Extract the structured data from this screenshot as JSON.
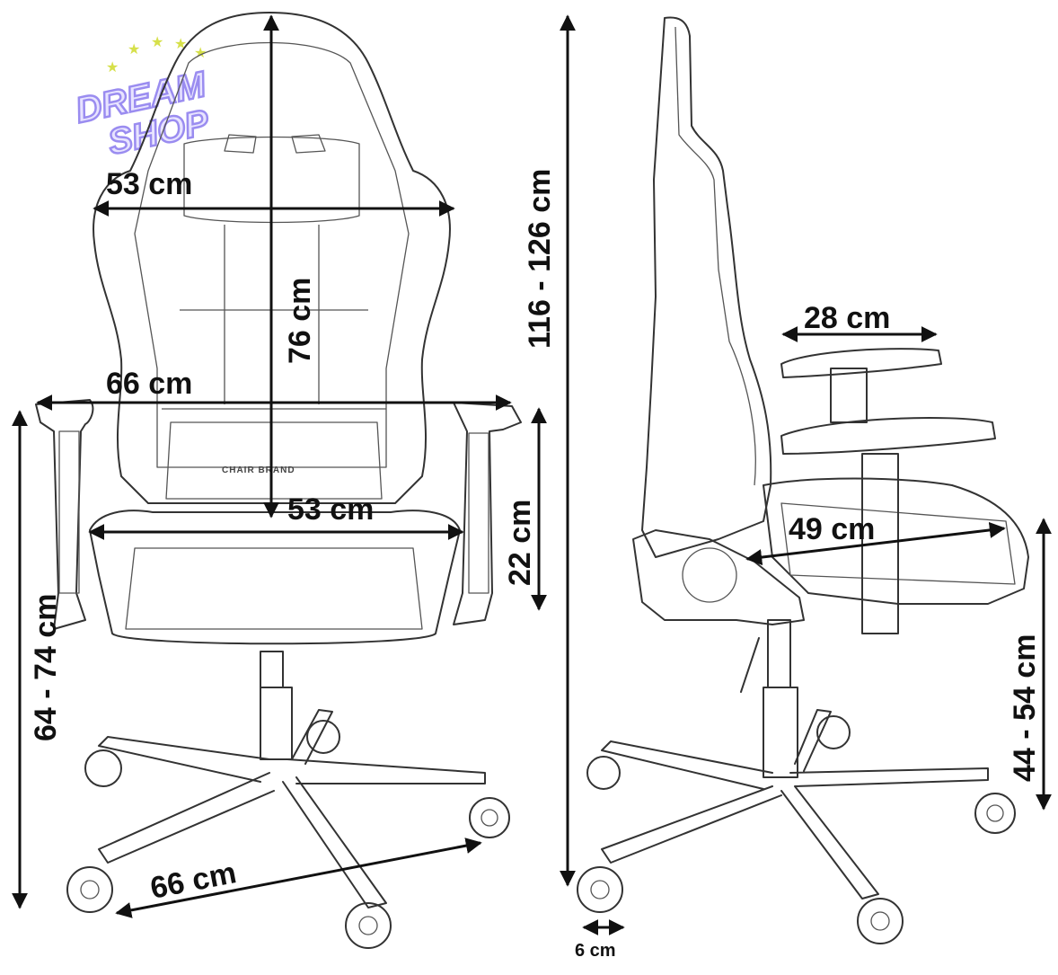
{
  "logo": {
    "line1": "DREAM",
    "line2": "SHOP",
    "star_count": 5,
    "color": "#9a8cf0"
  },
  "chair_front": {
    "headrest_width": "53 cm",
    "backrest_height": "76 cm",
    "armrest_span": "66 cm",
    "seat_width": "53 cm",
    "armrest_height": "22 cm",
    "seat_height": "64 - 74 cm",
    "base_diameter": "66 cm",
    "brand_label": "CHAIR BRAND"
  },
  "chair_side": {
    "total_height": "116 - 126 cm",
    "armrest_width": "28 cm",
    "seat_depth": "49 cm",
    "seat_height": "44 - 54 cm",
    "wheel_width": "6 cm"
  },
  "colors": {
    "line": "#333333",
    "dimension": "#111111",
    "background": "#ffffff"
  }
}
